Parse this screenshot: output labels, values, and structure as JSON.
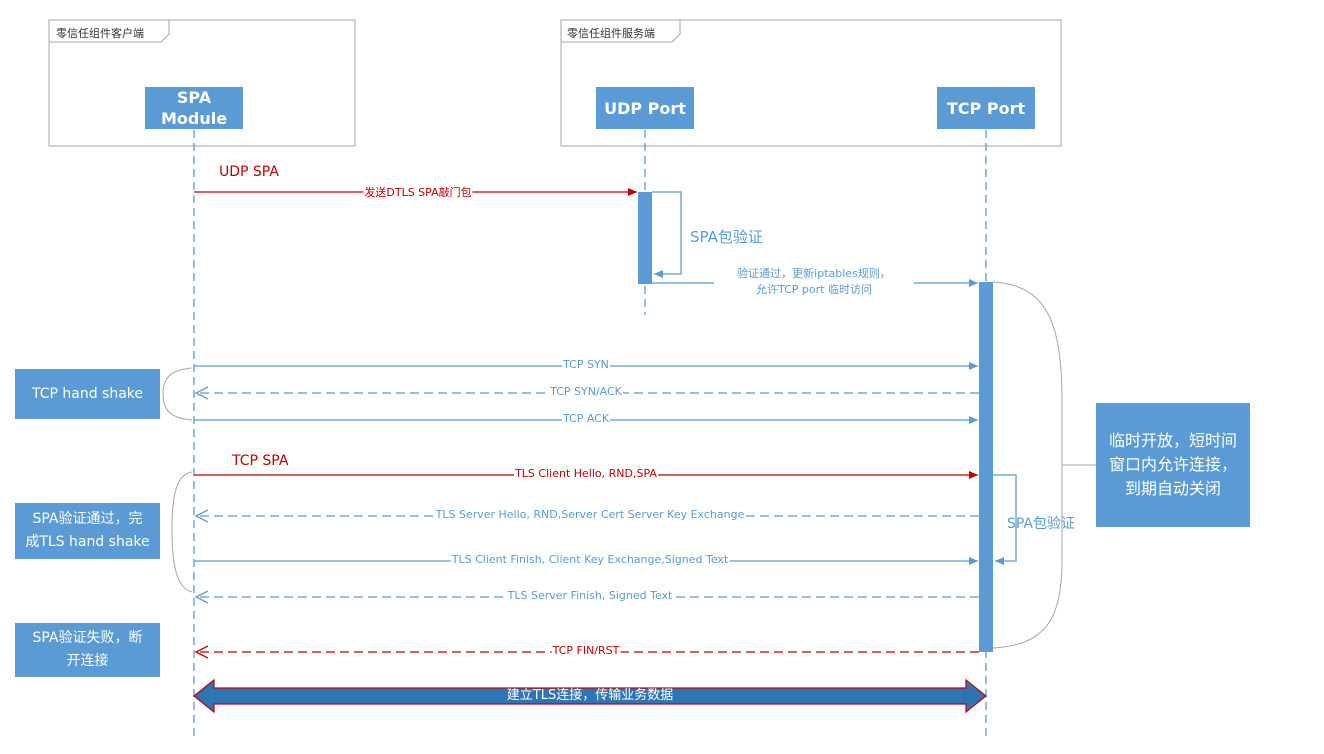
{
  "frames": {
    "client": {
      "title": "零信任组件客户端"
    },
    "server": {
      "title": "零信任组件服务端"
    }
  },
  "participants": {
    "spa": {
      "line1": "SPA",
      "line2": "Module"
    },
    "udp": {
      "label": "UDP Port"
    },
    "tcp": {
      "label": "TCP Port"
    }
  },
  "phases": {
    "udp_spa": "UDP SPA",
    "tcp_spa": "TCP SPA"
  },
  "messages": [
    {
      "text": "发送DTLS SPA敲门包",
      "color": "#c00000",
      "style": "solid",
      "dir": "right"
    },
    {
      "text": "TCP SYN",
      "color": "#5b9bd5",
      "style": "solid",
      "dir": "right"
    },
    {
      "text": "TCP SYN/ACK",
      "color": "#5b9bd5",
      "style": "dashed",
      "dir": "left"
    },
    {
      "text": "TCP ACK",
      "color": "#5b9bd5",
      "style": "solid",
      "dir": "right"
    },
    {
      "text": "TLS Client Hello, RND,SPA",
      "color": "#c00000",
      "style": "solid",
      "dir": "right"
    },
    {
      "text": "TLS Server Hello, RND,Server Cert Server Key Exchange",
      "color": "#5b9bd5",
      "style": "dashed",
      "dir": "left"
    },
    {
      "text": "TLS Client Finish, Client Key Exchange,Signed Text",
      "color": "#5b9bd5",
      "style": "solid",
      "dir": "right"
    },
    {
      "text": "TLS Server Finish, Signed Text",
      "color": "#5b9bd5",
      "style": "dashed",
      "dir": "left"
    },
    {
      "text": "TCP FIN/RST",
      "color": "#c00000",
      "style": "dashed",
      "dir": "left"
    }
  ],
  "self_verify": {
    "udp": "SPA包验证",
    "tcp": "SPA包验证"
  },
  "verify_pass": {
    "line1": "验证通过，更新iptables规则，",
    "line2": "允许TCP port 临时访问"
  },
  "notes": {
    "handshake": "TCP hand shake",
    "spa_ok": {
      "line1": "SPA验证通过，完",
      "line2": "成TLS hand shake"
    },
    "spa_fail": {
      "line1": "SPA验证失败，断",
      "line2": "开连接"
    },
    "window": {
      "line1": "临时开放，短时间",
      "line2": "窗口内允许连接，",
      "line3": "到期自动关闭"
    }
  },
  "data_transfer": "建立TLS连接，传输业务数据",
  "colors": {
    "blue": "#5b9bd5",
    "red": "#c00000",
    "frame": "#a5a5a5",
    "transfer_fill": "#2e75b6",
    "transfer_border": "#c00000"
  }
}
